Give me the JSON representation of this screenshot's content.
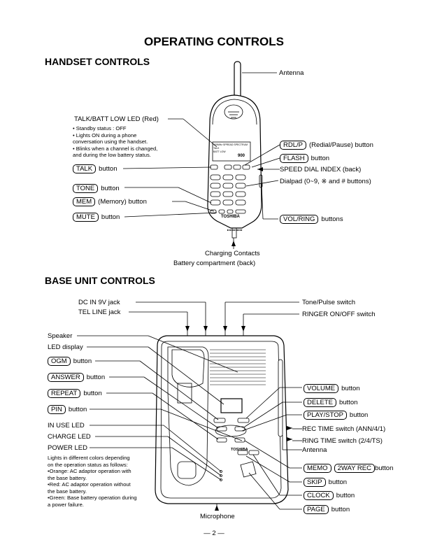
{
  "title": "OPERATING CONTROLS",
  "handset": {
    "heading": "HANDSET CONTROLS",
    "antenna": "Antenna",
    "talk_led": "TALK/BATT LOW LED (Red)",
    "talk_led_notes": [
      "• Standby status : OFF",
      "• Lights ON during a phone",
      "   conversation using the handset.",
      "• Blinks when a channel is changed,",
      "   and during the low battery status."
    ],
    "talk_key": "TALK",
    "talk_desc": "button",
    "tone_key": "TONE",
    "tone_desc": "button",
    "mem_key": "MEM",
    "mem_desc": "(Memory) button",
    "mute_key": "MUTE",
    "mute_desc": "button",
    "rdl_key": "RDL/P",
    "rdl_desc": "(Redial/Pause) button",
    "flash_key": "FLASH",
    "flash_desc": "button",
    "speed_dial": "SPEED DIAL INDEX (back)",
    "dialpad": "Dialpad (0~9, ※ and # buttons)",
    "vol_key": "VOL/RING",
    "vol_desc": "buttons",
    "charging": "Charging Contacts",
    "battery": "Battery compartment (back)",
    "brand": "TOSHIBA",
    "label_top": "900MHz SPREAD SPECTRUM",
    "label_talk": "TALK",
    "label_batt": "BATT LOW",
    "label_900": "900"
  },
  "base": {
    "heading": "BASE UNIT CONTROLS",
    "dc_in": "DC IN 9V  jack",
    "tel_line": "TEL LINE  jack",
    "tone_pulse": "Tone/Pulse switch",
    "ringer": "RINGER ON/OFF switch",
    "speaker": "Speaker",
    "led_display": "LED display",
    "ogm_key": "OGM",
    "ogm_desc": "button",
    "answer_key": "ANSWER",
    "answer_desc": "button",
    "repeat_key": "REPEAT",
    "repeat_desc": "button",
    "pin_key": "PIN",
    "pin_desc": "button",
    "in_use": "IN USE LED",
    "charge": "CHARGE LED",
    "power": "POWER LED",
    "power_notes": [
      "Lights in different colors depending",
      "on the operation status as follows:",
      "•Orange: AC adaptor operation with",
      " the base battery.",
      "•Red: AC adaptor operation without",
      " the base battery.",
      "•Green: Base battery operation during",
      " a power failure."
    ],
    "volume_key": "VOLUME",
    "volume_desc": "button",
    "delete_key": "DELETE",
    "delete_desc": "button",
    "play_key": "PLAY/STOP",
    "play_desc": "button",
    "rec_time": "REC TIME switch (ANN/4/1)",
    "ring_time": "RING TIME switch (2/4/TS)",
    "antenna": "Antenna",
    "memo_key": "MEMO",
    "way_key": "2WAY REC",
    "memo_desc": "button",
    "skip_key": "SKIP",
    "skip_desc": "button",
    "clock_key": "CLOCK",
    "clock_desc": "button",
    "page_key": "PAGE",
    "page_desc": "button",
    "microphone": "Microphone",
    "brand": "TOSHIBA"
  },
  "page_number": "— 2 —"
}
